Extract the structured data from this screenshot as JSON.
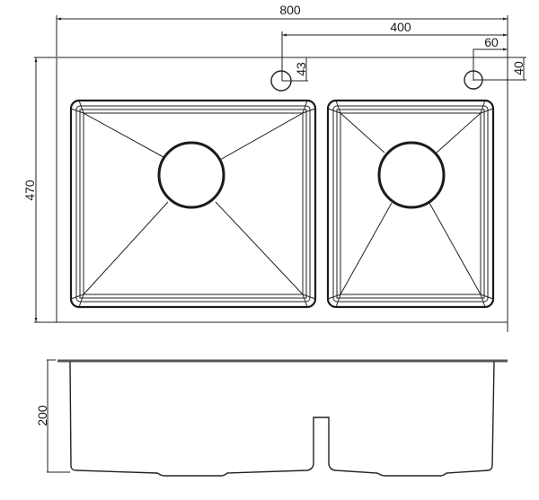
{
  "drawing": {
    "subject": "Double bowl kitchen sink",
    "views": [
      "top view",
      "side section view"
    ],
    "line_color": "#1a1a1a",
    "background": "#ffffff"
  },
  "dimensions": {
    "overall_width": "800",
    "tap_hole_spacing": "400",
    "tap_hole_edge_offset": "60",
    "left_hole_from_top": "43",
    "right_hole_from_top": "40",
    "overall_depth": "470",
    "bowl_height": "200"
  },
  "features": {
    "bowls": [
      {
        "name": "large-bowl",
        "drain": "drain-left"
      },
      {
        "name": "small-bowl",
        "drain": "drain-right"
      }
    ],
    "tap_holes": 2
  }
}
